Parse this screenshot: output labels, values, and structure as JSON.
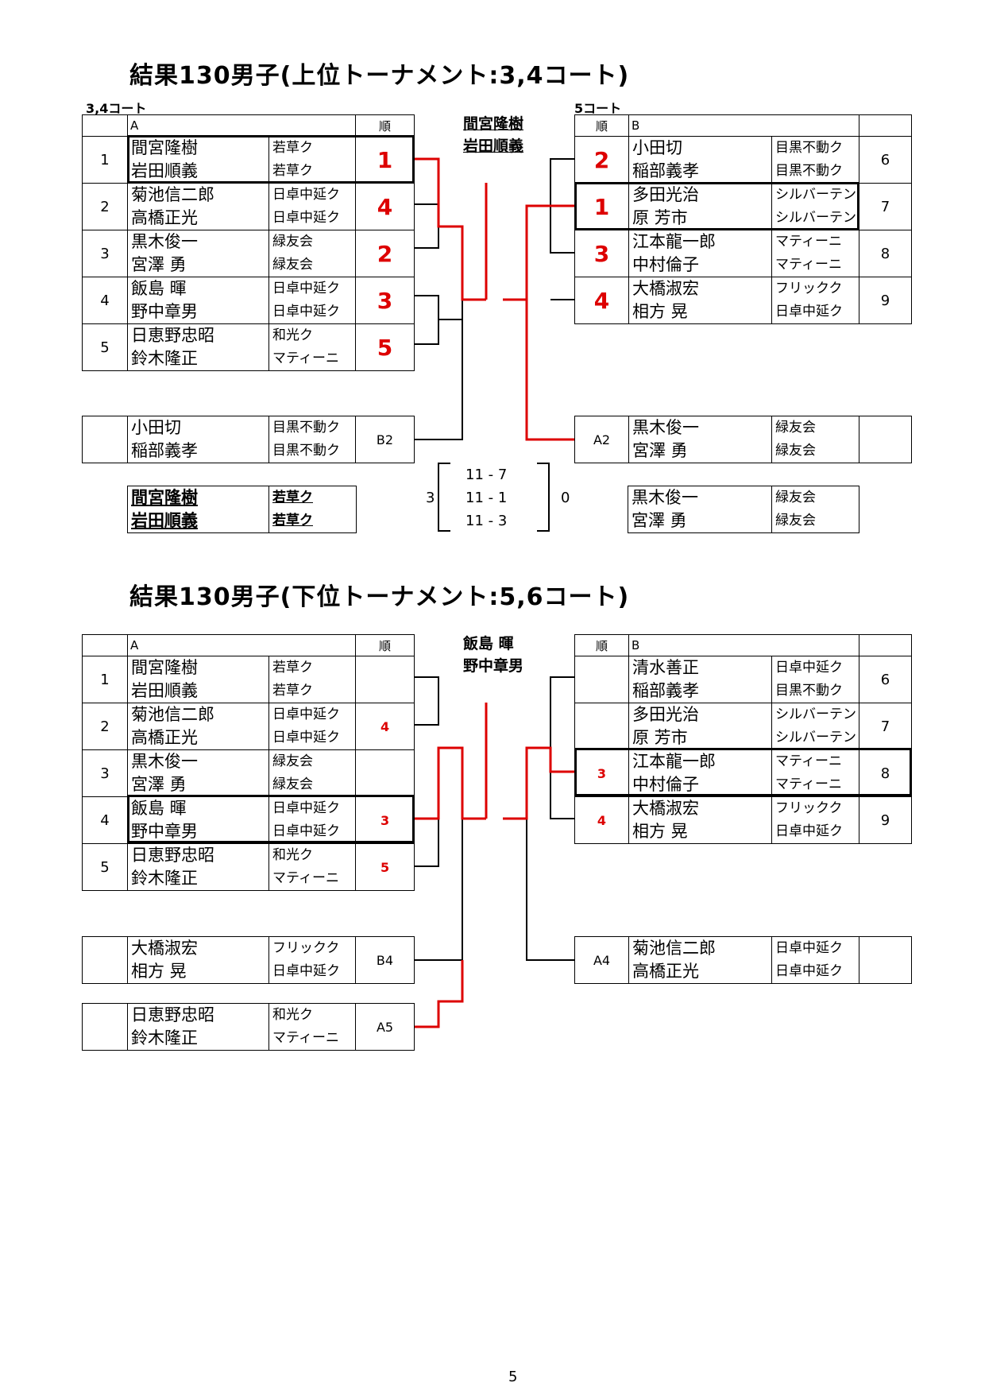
{
  "upper": {
    "title": "結果130男子(上位トーナメント:3,4コート)",
    "court_left": "3,4コート",
    "court_right": "5コート",
    "header_a": "A",
    "header_b": "B",
    "rank_header": "順",
    "champion": {
      "p1": "間宮隆樹",
      "p2": "岩田順義"
    },
    "group_a": [
      {
        "no": "1",
        "p1": "間宮隆樹",
        "p2": "岩田順義",
        "c1": "若草ク",
        "c2": "若草ク",
        "rank": "1"
      },
      {
        "no": "2",
        "p1": "菊池信二郎",
        "p2": "高橋正光",
        "c1": "日卓中延ク",
        "c2": "日卓中延ク",
        "rank": "4"
      },
      {
        "no": "3",
        "p1": "黒木俊一",
        "p2": "宮澤 勇",
        "c1": "緑友会",
        "c2": "緑友会",
        "rank": "2"
      },
      {
        "no": "4",
        "p1": "飯島 暉",
        "p2": "野中章男",
        "c1": "日卓中延ク",
        "c2": "日卓中延ク",
        "rank": "3"
      },
      {
        "no": "5",
        "p1": "日恵野忠昭",
        "p2": "鈴木隆正",
        "c1": "和光ク",
        "c2": "マティーニ",
        "rank": "5"
      }
    ],
    "group_b": [
      {
        "no": "6",
        "p1": "小田切",
        "p2": "稲部義孝",
        "c1": "目黒不動ク",
        "c2": "目黒不動ク",
        "rank": "2"
      },
      {
        "no": "7",
        "p1": "多田光治",
        "p2": "原 芳市",
        "c1": "シルバーテン",
        "c2": "シルバーテン",
        "rank": "1"
      },
      {
        "no": "8",
        "p1": "江本龍一郎",
        "p2": "中村倫子",
        "c1": "マティーニ",
        "c2": "マティーニ",
        "rank": "3"
      },
      {
        "no": "9",
        "p1": "大橋淑宏",
        "p2": "相方 晃",
        "c1": "フリックク",
        "c2": "日卓中延ク",
        "rank": "4"
      }
    ],
    "left_extra": {
      "p1": "小田切",
      "p2": "稲部義孝",
      "c1": "目黒不動ク",
      "c2": "目黒不動ク",
      "seed": "B2"
    },
    "right_extra": {
      "p1": "黒木俊一",
      "p2": "宮澤 勇",
      "c1": "緑友会",
      "c2": "緑友会",
      "seed": "A2"
    },
    "final_left": {
      "p1": "間宮隆樹",
      "p2": "岩田順義",
      "c1": "若草ク",
      "c2": "若草ク"
    },
    "final_right": {
      "p1": "黒木俊一",
      "p2": "宮澤 勇",
      "c1": "緑友会",
      "c2": "緑友会"
    },
    "final_score": {
      "left_games": "3",
      "right_games": "0",
      "g1": "11 -  7",
      "g2": "11 -  1",
      "g3": "11 -  3"
    }
  },
  "lower": {
    "title": "結果130男子(下位トーナメント:5,6コート)",
    "header_a": "A",
    "header_b": "B",
    "rank_header": "順",
    "champion": {
      "p1": "飯島 暉",
      "p2": "野中章男"
    },
    "group_a": [
      {
        "no": "1",
        "p1": "間宮隆樹",
        "p2": "岩田順義",
        "c1": "若草ク",
        "c2": "若草ク",
        "rank": ""
      },
      {
        "no": "2",
        "p1": "菊池信二郎",
        "p2": "高橋正光",
        "c1": "日卓中延ク",
        "c2": "日卓中延ク",
        "rank": "4"
      },
      {
        "no": "3",
        "p1": "黒木俊一",
        "p2": "宮澤 勇",
        "c1": "緑友会",
        "c2": "緑友会",
        "rank": ""
      },
      {
        "no": "4",
        "p1": "飯島 暉",
        "p2": "野中章男",
        "c1": "日卓中延ク",
        "c2": "日卓中延ク",
        "rank": "3"
      },
      {
        "no": "5",
        "p1": "日恵野忠昭",
        "p2": "鈴木隆正",
        "c1": "和光ク",
        "c2": "マティーニ",
        "rank": "5"
      }
    ],
    "group_b": [
      {
        "no": "6",
        "p1": "清水善正",
        "p2": "稲部義孝",
        "c1": "日卓中延ク",
        "c2": "目黒不動ク",
        "rank": ""
      },
      {
        "no": "7",
        "p1": "多田光治",
        "p2": "原 芳市",
        "c1": "シルバーテン",
        "c2": "シルバーテン",
        "rank": ""
      },
      {
        "no": "8",
        "p1": "江本龍一郎",
        "p2": "中村倫子",
        "c1": "マティーニ",
        "c2": "マティーニ",
        "rank": "3"
      },
      {
        "no": "9",
        "p1": "大橋淑宏",
        "p2": "相方 晃",
        "c1": "フリックク",
        "c2": "日卓中延ク",
        "rank": "4"
      }
    ],
    "left_extra1": {
      "p1": "大橋淑宏",
      "p2": "相方 晃",
      "c1": "フリックク",
      "c2": "日卓中延ク",
      "seed": "B4"
    },
    "left_extra2": {
      "p1": "日恵野忠昭",
      "p2": "鈴木隆正",
      "c1": "和光ク",
      "c2": "マティーニ",
      "seed": "A5"
    },
    "right_extra": {
      "p1": "菊池信二郎",
      "p2": "高橋正光",
      "c1": "日卓中延ク",
      "c2": "日卓中延ク",
      "seed": "A4"
    }
  },
  "page_number": "5",
  "colors": {
    "winner_line": "#dd0000",
    "rank_text": "#dd0000"
  }
}
